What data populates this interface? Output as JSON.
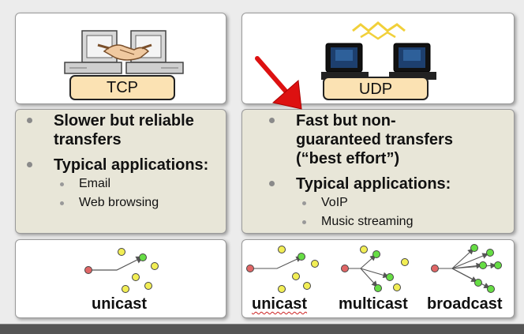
{
  "tcp": {
    "label": "TCP",
    "bullet1": "Slower but reliable transfers",
    "bullet2": "Typical applications:",
    "apps": [
      "Email",
      "Web browsing"
    ],
    "diagram_label": "unicast"
  },
  "udp": {
    "label": "UDP",
    "bullet1_line1": "Fast but non-",
    "bullet1_line2": "guaranteed transfers",
    "bullet1_line3": "(“best effort”)",
    "bullet2": "Typical applications:",
    "apps": [
      "VoIP",
      "Music streaming"
    ],
    "diagram_labels": [
      "unicast",
      "multicast",
      "broadcast"
    ]
  },
  "colors": {
    "label_fill": "#fbe2b3",
    "text_panel": "#e8e6d8",
    "source_node": "#e06666",
    "receiver_node": "#66dd44",
    "idle_node": "#f2ee55",
    "arrow": "#dd1111"
  }
}
